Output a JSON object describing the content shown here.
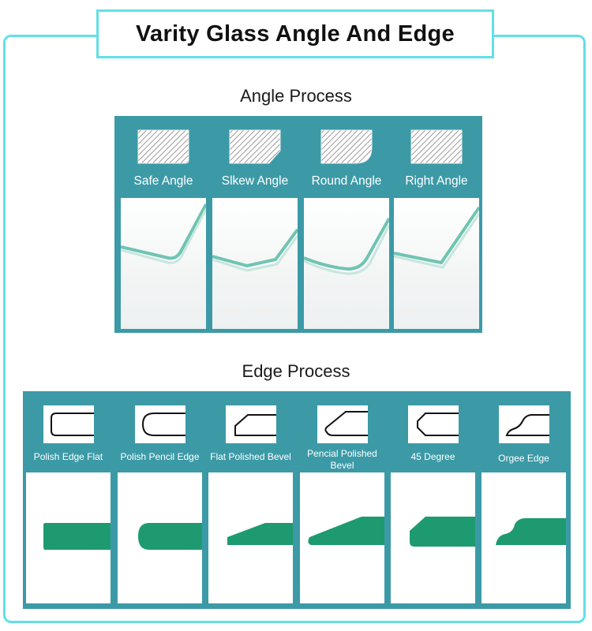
{
  "title": "Varity Glass Angle And Edge",
  "angle_section": {
    "heading": "Angle Process",
    "items": [
      {
        "label": "Safe Angle",
        "icon": "safe-angle-icon"
      },
      {
        "label": "Slkew Angle",
        "icon": "skew-angle-icon"
      },
      {
        "label": "Round Angle",
        "icon": "round-angle-icon"
      },
      {
        "label": "Right Angle",
        "icon": "right-angle-icon"
      }
    ]
  },
  "edge_section": {
    "heading": "Edge Process",
    "items": [
      {
        "label": "Polish Edge Flat",
        "icon": "polish-edge-flat-icon"
      },
      {
        "label": "Polish Pencil Edge",
        "icon": "polish-pencil-edge-icon"
      },
      {
        "label": "Flat Polished Bevel",
        "icon": "flat-polished-bevel-icon"
      },
      {
        "label": "Pencial Polished Bevel",
        "icon": "pencial-polished-bevel-icon"
      },
      {
        "label": "45 Degree",
        "icon": "45-degree-icon"
      },
      {
        "label": "Orgee Edge",
        "icon": "orgee-edge-icon"
      }
    ]
  },
  "colors": {
    "frame": "#62dfe7",
    "panel": "#3c9aa7",
    "glass_edge": "#1e9a70"
  }
}
